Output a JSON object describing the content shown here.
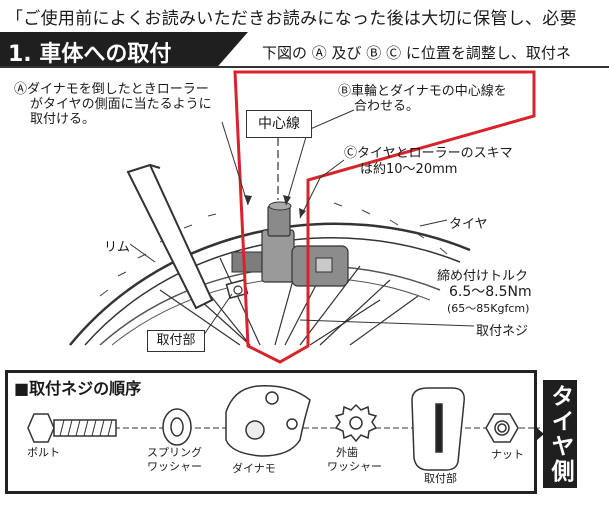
{
  "header": {
    "notice": "「ご使用前によくお読みいただきお読みになった後は大切に保管し、必要",
    "section_title": "1. 車体への取付",
    "section_desc": "下図の Ⓐ 及び Ⓑ Ⓒ に位置を調整し、取付ネ"
  },
  "diagram": {
    "note_a": [
      "Ⓐダイナモを倒したときローラー",
      "がタイヤの側面に当たるように",
      "取付ける。"
    ],
    "note_b": [
      "Ⓑ車輪とダイナモの中心線を",
      "合わせる。"
    ],
    "note_c": [
      "Ⓒタイヤとローラーのスキマ",
      "は約10～20mm"
    ],
    "center_line": "中心線",
    "tire": "タイヤ",
    "rim": "リム",
    "torque": [
      "締め付けトルク",
      "6.5～8.5Nm",
      "(65～85Kgfcm)"
    ],
    "mount_screw": "取付ネジ",
    "mount_part": "取付部"
  },
  "order": {
    "title": "■取付ネジの順序",
    "parts": {
      "bolt": "ボルト",
      "spring_washer": [
        "スプリング",
        "ワッシャー"
      ],
      "dynamo": "ダイナモ",
      "lock_washer": [
        "外歯",
        "ワッシャー"
      ],
      "mount": "取付部",
      "nut": "ナット"
    },
    "tire_side": "タイヤ側"
  },
  "colors": {
    "highlight": "#d8232a",
    "dark": "#1f1f1f",
    "dynamo_gray": "#8a8a8a"
  }
}
